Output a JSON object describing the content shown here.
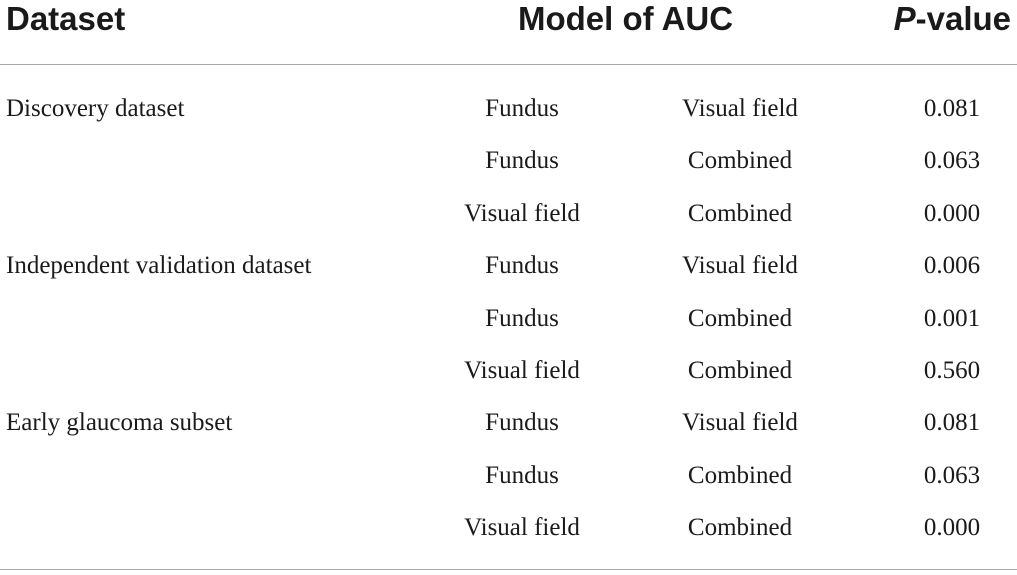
{
  "table": {
    "headers": {
      "dataset": "Dataset",
      "model": "Model of AUC",
      "p_italic": "P",
      "p_suffix": "-value"
    },
    "rows": [
      {
        "dataset": "Discovery dataset",
        "model_a": "Fundus",
        "model_b": "Visual field",
        "p": "0.081"
      },
      {
        "dataset": "",
        "model_a": "Fundus",
        "model_b": "Combined",
        "p": "0.063"
      },
      {
        "dataset": "",
        "model_a": "Visual field",
        "model_b": "Combined",
        "p": "0.000"
      },
      {
        "dataset": "Independent validation dataset",
        "model_a": "Fundus",
        "model_b": "Visual field",
        "p": "0.006"
      },
      {
        "dataset": "",
        "model_a": "Fundus",
        "model_b": "Combined",
        "p": "0.001"
      },
      {
        "dataset": "",
        "model_a": "Visual field",
        "model_b": "Combined",
        "p": "0.560"
      },
      {
        "dataset": "Early glaucoma subset",
        "model_a": "Fundus",
        "model_b": "Visual field",
        "p": "0.081"
      },
      {
        "dataset": "",
        "model_a": "Fundus",
        "model_b": "Combined",
        "p": "0.063"
      },
      {
        "dataset": "",
        "model_a": "Visual field",
        "model_b": "Combined",
        "p": "0.000"
      }
    ]
  }
}
